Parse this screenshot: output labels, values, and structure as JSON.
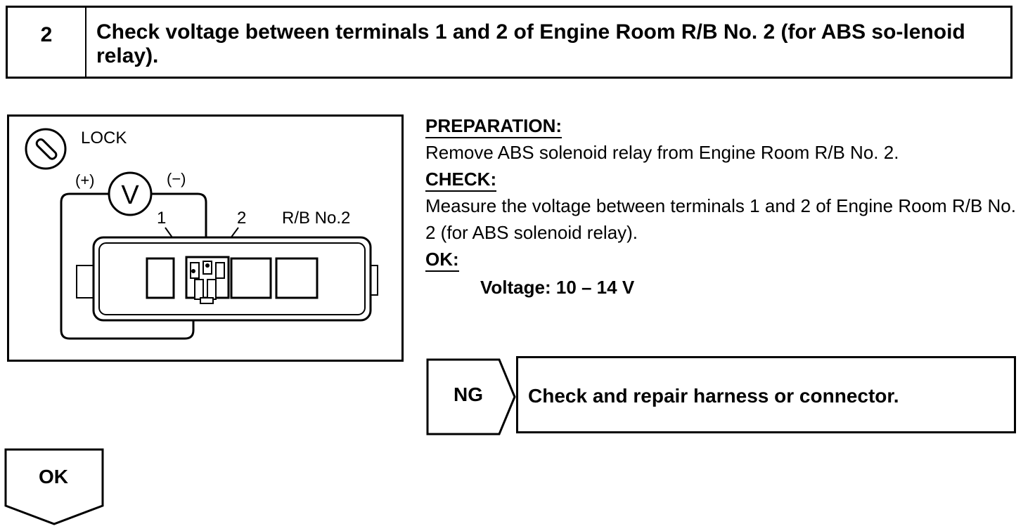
{
  "step": {
    "number": "2",
    "title": "Check voltage between terminals 1 and 2 of Engine Room R/B No. 2 (for ABS so-lenoid relay)."
  },
  "diagram": {
    "lock_label": "LOCK",
    "plus_label": "(+)",
    "minus_label": "(−)",
    "meter_label": "V",
    "terminal_1": "1",
    "terminal_2": "2",
    "block_label": "R/B No.2"
  },
  "info": {
    "preparation_heading": "PREPARATION:",
    "preparation_text": "Remove ABS solenoid relay from Engine Room R/B No. 2.",
    "check_heading": "CHECK:",
    "check_text": "Measure the voltage between terminals 1 and 2 of Engine Room R/B No. 2 (for ABS solenoid relay).",
    "ok_heading": "OK:",
    "ok_spec": "Voltage: 10 – 14 V"
  },
  "ng": {
    "label": "NG",
    "action": "Check and repair harness or connector."
  },
  "ok": {
    "label": "OK"
  }
}
